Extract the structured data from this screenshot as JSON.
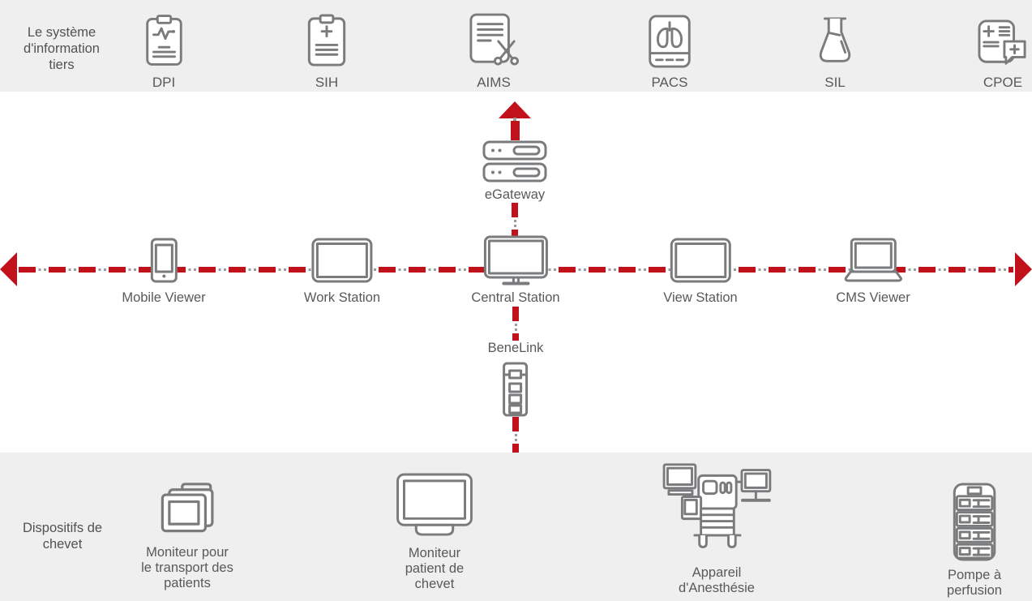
{
  "colors": {
    "accent_red": "#c1121c",
    "icon_gray": "#7a7b7d",
    "text_gray": "#58595b",
    "band_bg": "#efefef",
    "dot_gray": "#9b9b9d"
  },
  "top_band": {
    "title": "Le système\nd'information\ntiers",
    "systems": [
      {
        "label": "DPI"
      },
      {
        "label": "SIH"
      },
      {
        "label": "AIMS"
      },
      {
        "label": "PACS"
      },
      {
        "label": "SIL"
      },
      {
        "label": "CPOE"
      }
    ]
  },
  "network": {
    "gateway_label": "eGateway",
    "benelink_label": "BeneLink",
    "devices": [
      {
        "label": "Mobile Viewer"
      },
      {
        "label": "Work Station"
      },
      {
        "label": "Central Station"
      },
      {
        "label": "View Station"
      },
      {
        "label": "CMS Viewer"
      }
    ]
  },
  "bottom_band": {
    "title": "Dispositifs de\nchevet",
    "devices": [
      {
        "label": "Moniteur pour\nle transport des\npatients"
      },
      {
        "label": "Moniteur\npatient de\nchevet"
      },
      {
        "label": "Appareil\nd'Anesthésie"
      },
      {
        "label": "Pompe à\nperfusion"
      }
    ]
  }
}
